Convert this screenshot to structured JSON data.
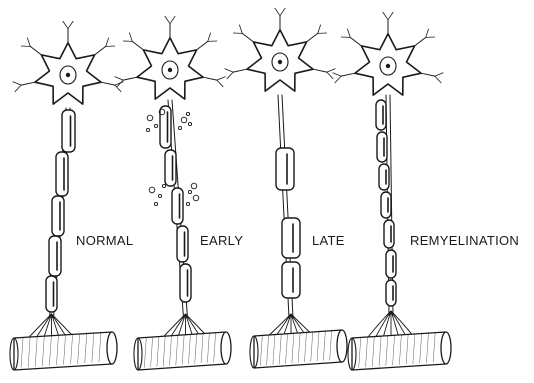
{
  "stages": [
    {
      "id": "normal",
      "label": "NORMAL",
      "myelin": "intact"
    },
    {
      "id": "early",
      "label": "EARLY",
      "myelin": "breaking down with debris"
    },
    {
      "id": "late",
      "label": "LATE",
      "myelin": "mostly lost"
    },
    {
      "id": "remyelination",
      "label": "REMYELINATION",
      "myelin": "thin short segments"
    }
  ],
  "colors": {
    "ink": "#1a1a1a",
    "background": "#ffffff"
  }
}
